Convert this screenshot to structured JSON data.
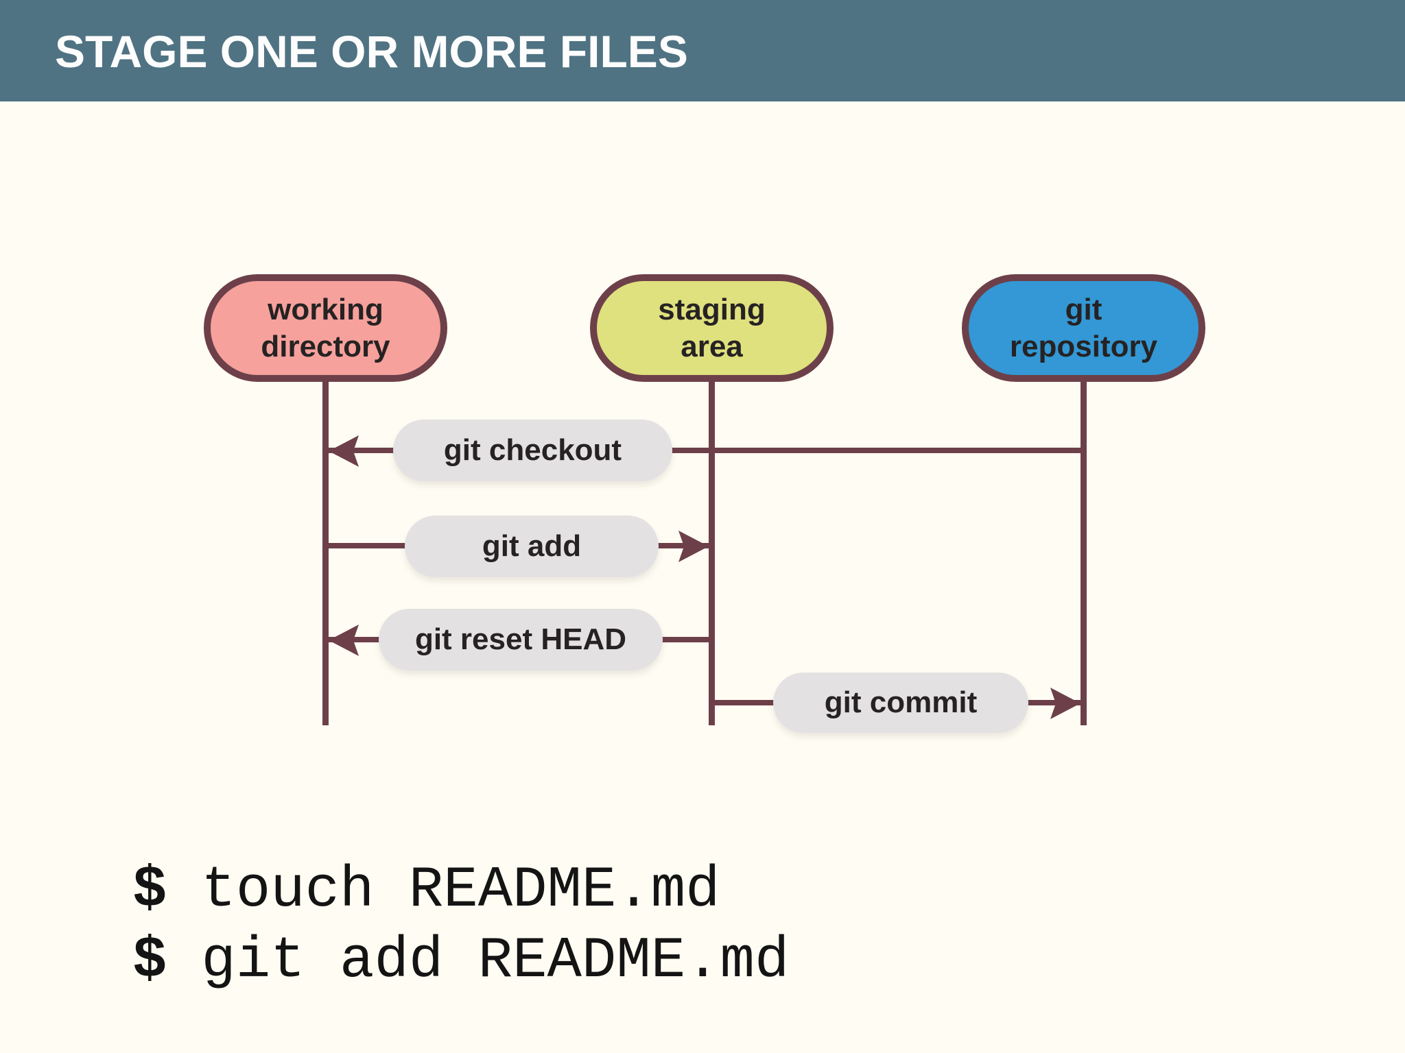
{
  "header": {
    "title": "STAGE ONE OR MORE FILES"
  },
  "colors": {
    "header_bg": "#4f7383",
    "background": "#fffdf3",
    "line_and_border": "#6d4049",
    "label_pill_bg": "#e4e1e3",
    "text_dark": "#262223",
    "node_working_fill": "#f6a19c",
    "node_staging_fill": "#dfe07e",
    "node_repo_fill": "#3398d5",
    "title_text": "#fdfdfd"
  },
  "diagram": {
    "nodes": [
      {
        "id": "working-directory",
        "line1": "working",
        "line2": "directory"
      },
      {
        "id": "staging-area",
        "line1": "staging",
        "line2": "area"
      },
      {
        "id": "git-repository",
        "line1": "git",
        "line2": "repository"
      }
    ],
    "edges": [
      {
        "label": "git checkout",
        "from": "git repository",
        "to": "working directory",
        "direction": "left"
      },
      {
        "label": "git add",
        "from": "working directory",
        "to": "staging area",
        "direction": "right"
      },
      {
        "label": "git reset HEAD",
        "from": "staging area",
        "to": "working directory",
        "direction": "left"
      },
      {
        "label": "git commit",
        "from": "staging area",
        "to": "git repository",
        "direction": "right"
      }
    ]
  },
  "terminal": {
    "lines": [
      {
        "prompt": "$",
        "command": "touch README.md"
      },
      {
        "prompt": "$",
        "command": "git add README.md"
      }
    ]
  }
}
